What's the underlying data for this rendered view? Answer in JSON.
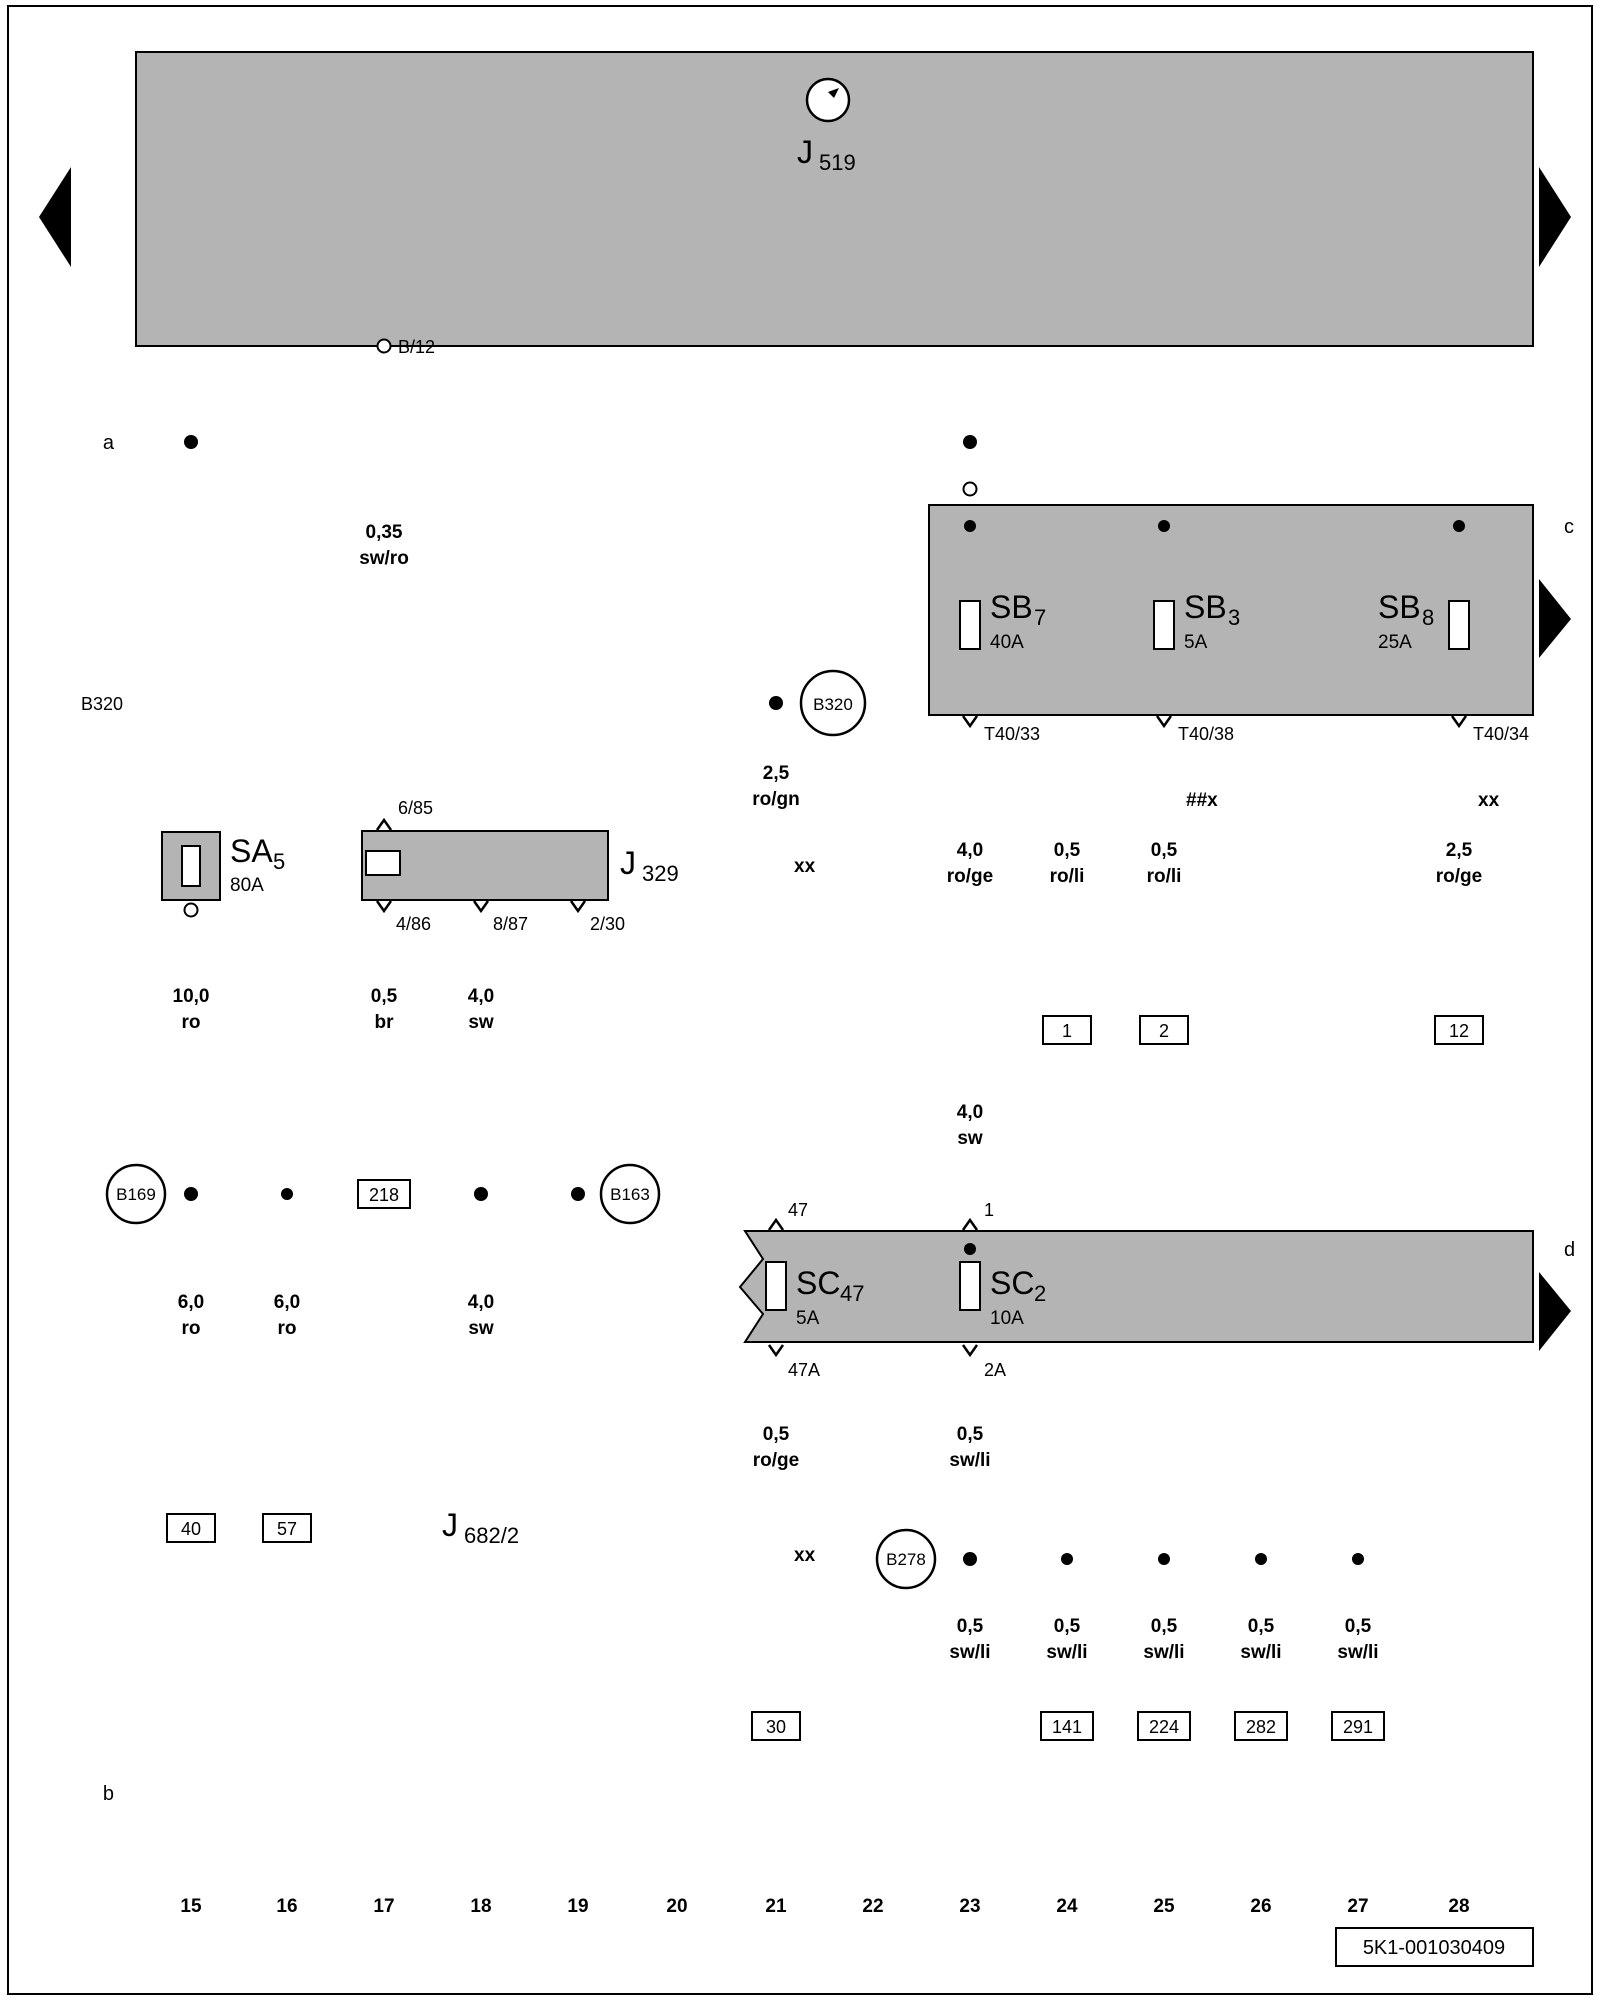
{
  "page": {
    "doc_id": "5K1-001030409",
    "letters": {
      "a": "a",
      "b": "b",
      "c": "c",
      "d": "d"
    },
    "tracks": [
      "15",
      "16",
      "17",
      "18",
      "19",
      "20",
      "21",
      "22",
      "23",
      "24",
      "25",
      "26",
      "27",
      "28"
    ]
  },
  "colors": {
    "box_fill": "#b4b4b4",
    "wire": "#000000"
  },
  "components": {
    "j519": {
      "prefix": "J",
      "sub": "519"
    },
    "sa5": {
      "prefix": "SA",
      "sub": "5",
      "rating": "80A"
    },
    "j329": {
      "prefix": "J",
      "sub": "329"
    },
    "sb7": {
      "prefix": "SB",
      "sub": "7",
      "rating": "40A"
    },
    "sb3": {
      "prefix": "SB",
      "sub": "3",
      "rating": "5A"
    },
    "sb8": {
      "prefix": "SB",
      "sub": "8",
      "rating": "25A"
    },
    "sc47": {
      "prefix": "SC",
      "sub": "47",
      "rating": "5A"
    },
    "sc2": {
      "prefix": "SC",
      "sub": "2",
      "rating": "10A"
    },
    "j682_2": {
      "prefix": "J",
      "sub": "682/2"
    }
  },
  "terminals": {
    "b12": "B/12",
    "p6_85": "6/85",
    "p4_86": "4/86",
    "p8_87": "8/87",
    "p2_30": "2/30",
    "t40_33": "T40/33",
    "t40_38": "T40/38",
    "t40_34": "T40/34",
    "f47_in": "47",
    "f47_out": "47A",
    "f2_in": "1",
    "f2_out": "2A"
  },
  "junctions": {
    "b320": "B320",
    "b169": "B169",
    "b163": "B163",
    "b278": "B278"
  },
  "wires": {
    "sw_ro_035": {
      "size": "0,35",
      "color": "sw/ro"
    },
    "ro_100": {
      "size": "10,0",
      "color": "ro"
    },
    "br_05": {
      "size": "0,5",
      "color": "br"
    },
    "sw_40_relay": {
      "size": "4,0",
      "color": "sw"
    },
    "ro_60_left": {
      "size": "6,0",
      "color": "ro"
    },
    "ro_60_right": {
      "size": "6,0",
      "color": "ro"
    },
    "sw_40_lower": {
      "size": "4,0",
      "color": "sw"
    },
    "ro_gn_25": {
      "size": "2,5",
      "color": "ro/gn"
    },
    "ro_ge_40": {
      "size": "4,0",
      "color": "ro/ge"
    },
    "ro_li_05_dash": {
      "size": "0,5",
      "color": "ro/li"
    },
    "ro_li_05": {
      "size": "0,5",
      "color": "ro/li"
    },
    "ro_ge_25": {
      "size": "2,5",
      "color": "ro/ge"
    },
    "sw_40_sc2": {
      "size": "4,0",
      "color": "sw"
    },
    "ro_ge_05": {
      "size": "0,5",
      "color": "ro/ge"
    },
    "sw_li_05_sc2": {
      "size": "0,5",
      "color": "sw/li"
    },
    "sw_li_05_main": {
      "size": "0,5",
      "color": "sw/li"
    },
    "sw_li_05_b1": {
      "size": "0,5",
      "color": "sw/li"
    },
    "sw_li_05_b2": {
      "size": "0,5",
      "color": "sw/li"
    },
    "sw_li_05_b3": {
      "size": "0,5",
      "color": "sw/li"
    },
    "sw_li_05_b4": {
      "size": "0,5",
      "color": "sw/li"
    }
  },
  "notes": {
    "xx_rogn": "xx",
    "hash_x": "##x",
    "xx_sb8": "xx",
    "xx_roge": "xx"
  },
  "endpoints": {
    "e218": "218",
    "e1": "1",
    "e2": "2",
    "e12": "12",
    "e40": "40",
    "e57": "57",
    "e30": "30",
    "e141": "141",
    "e224": "224",
    "e282": "282",
    "e291": "291"
  }
}
